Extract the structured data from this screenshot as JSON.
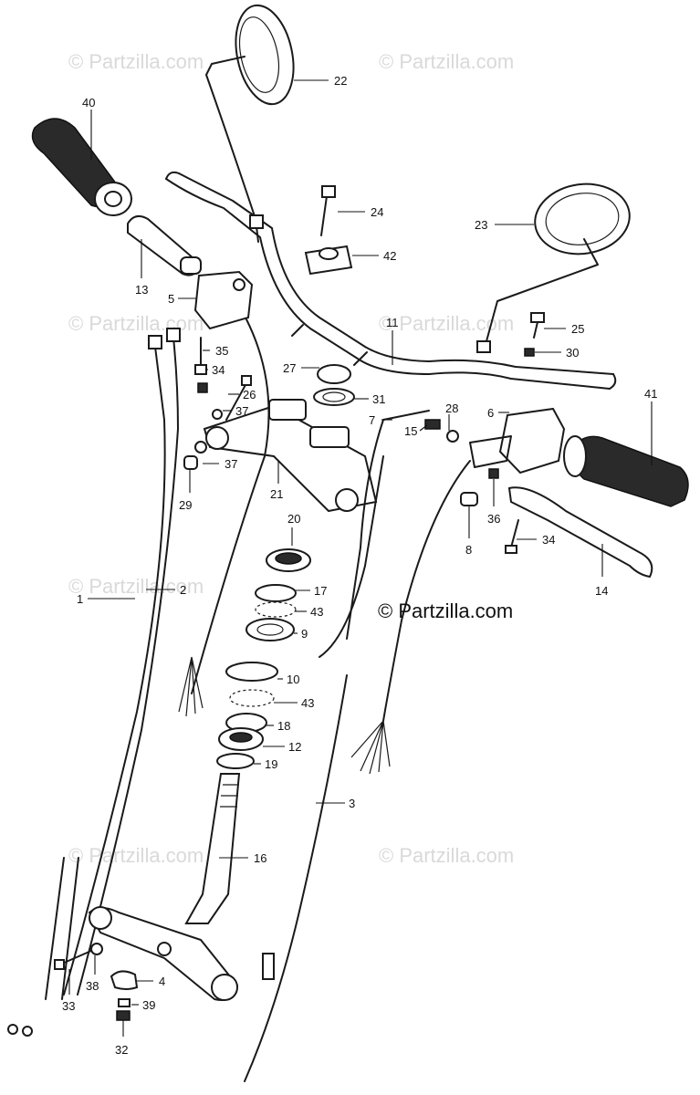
{
  "watermark": "© Partzilla.com",
  "copyright": "© Partzilla.com",
  "callouts": [
    {
      "id": "c22",
      "label": "22"
    },
    {
      "id": "c40",
      "label": "40"
    },
    {
      "id": "c24",
      "label": "24"
    },
    {
      "id": "c23",
      "label": "23"
    },
    {
      "id": "c42",
      "label": "42"
    },
    {
      "id": "c13",
      "label": "13"
    },
    {
      "id": "c5",
      "label": "5"
    },
    {
      "id": "c25",
      "label": "25"
    },
    {
      "id": "c11",
      "label": "11"
    },
    {
      "id": "c30",
      "label": "30"
    },
    {
      "id": "c35",
      "label": "35"
    },
    {
      "id": "c34a",
      "label": "34"
    },
    {
      "id": "c27",
      "label": "27"
    },
    {
      "id": "c26",
      "label": "26"
    },
    {
      "id": "c31",
      "label": "31"
    },
    {
      "id": "c37a",
      "label": "37"
    },
    {
      "id": "c7",
      "label": "7"
    },
    {
      "id": "c28",
      "label": "28"
    },
    {
      "id": "c6",
      "label": "6"
    },
    {
      "id": "c15",
      "label": "15"
    },
    {
      "id": "c41",
      "label": "41"
    },
    {
      "id": "c37b",
      "label": "37"
    },
    {
      "id": "c29",
      "label": "29"
    },
    {
      "id": "c21",
      "label": "21"
    },
    {
      "id": "c36",
      "label": "36"
    },
    {
      "id": "c8",
      "label": "8"
    },
    {
      "id": "c34b",
      "label": "34"
    },
    {
      "id": "c20",
      "label": "20"
    },
    {
      "id": "c14",
      "label": "14"
    },
    {
      "id": "c1",
      "label": "1"
    },
    {
      "id": "c2",
      "label": "2"
    },
    {
      "id": "c17",
      "label": "17"
    },
    {
      "id": "c43a",
      "label": "43"
    },
    {
      "id": "c9",
      "label": "9"
    },
    {
      "id": "c10",
      "label": "10"
    },
    {
      "id": "c43b",
      "label": "43"
    },
    {
      "id": "c18",
      "label": "18"
    },
    {
      "id": "c12",
      "label": "12"
    },
    {
      "id": "c19",
      "label": "19"
    },
    {
      "id": "c3",
      "label": "3"
    },
    {
      "id": "c16",
      "label": "16"
    },
    {
      "id": "c4",
      "label": "4"
    },
    {
      "id": "c38",
      "label": "38"
    },
    {
      "id": "c33",
      "label": "33"
    },
    {
      "id": "c39",
      "label": "39"
    },
    {
      "id": "c32",
      "label": "32"
    }
  ]
}
